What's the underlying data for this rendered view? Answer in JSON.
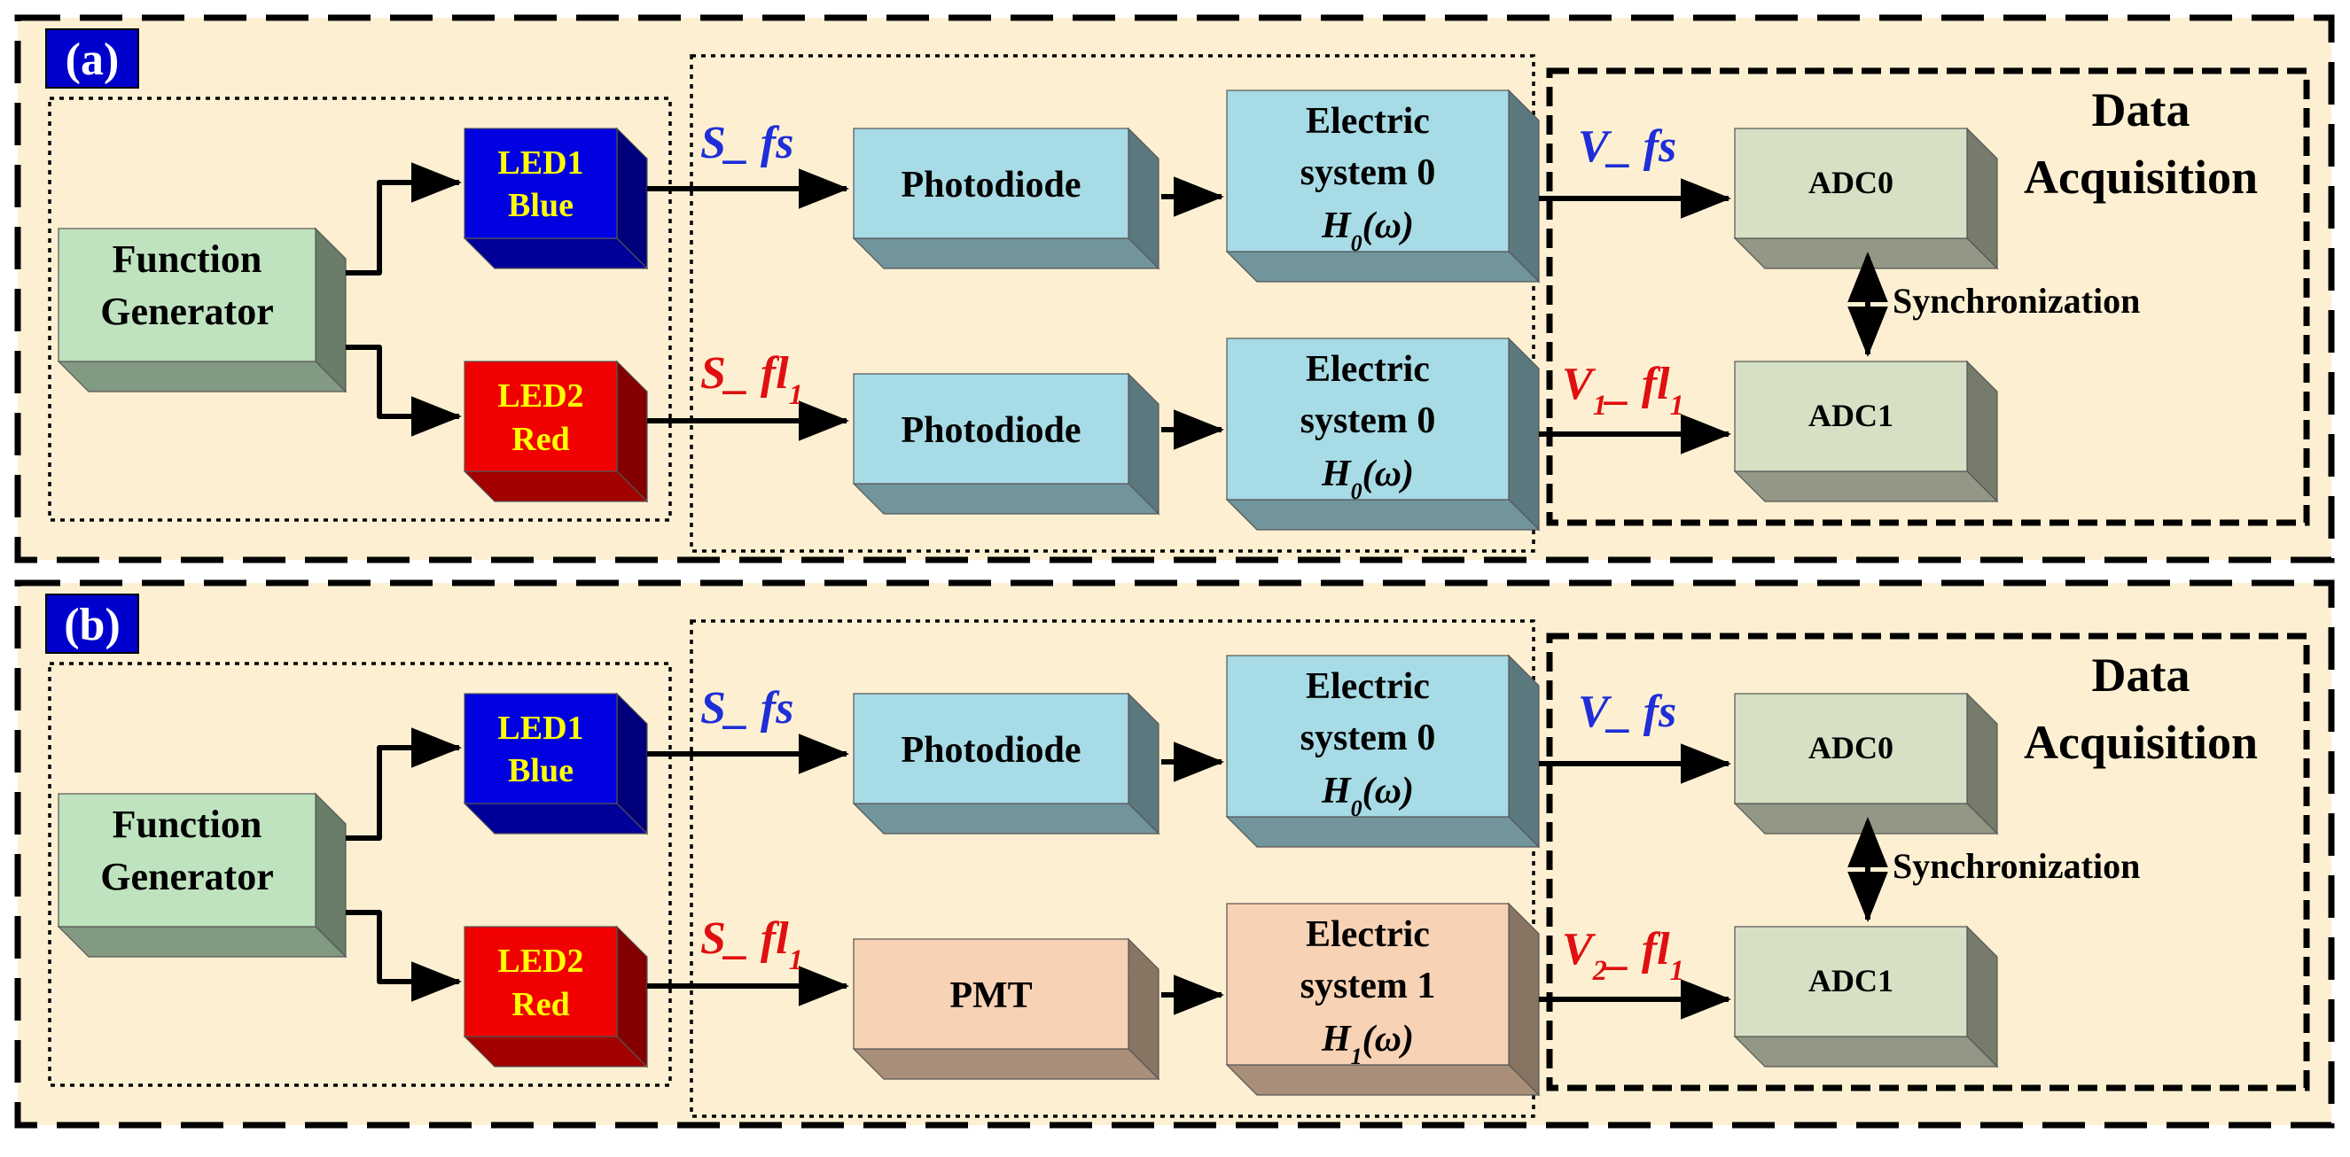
{
  "panels": [
    {
      "label": "(a)",
      "function_generator": [
        "Function",
        "Generator"
      ],
      "led1": [
        "LED1",
        "Blue"
      ],
      "led2": [
        "LED2",
        "Red"
      ],
      "signal_top": {
        "base": "S_ fs",
        "sub": ""
      },
      "signal_bottom": {
        "base": "S_ fl",
        "sub": "1"
      },
      "detector_top": "Photodiode",
      "detector_bottom": "Photodiode",
      "electric_top": {
        "line1": "Electric",
        "line2": "system 0",
        "tf": "H",
        "tf_sub": "0",
        "tf_arg": "(ω)"
      },
      "electric_bottom": {
        "line1": "Electric",
        "line2": "system 0",
        "tf": "H",
        "tf_sub": "0",
        "tf_arg": "(ω)"
      },
      "voltage_top": {
        "pre": "V",
        "pre_sub": "",
        "mid": "_ fs",
        "mid_sub": ""
      },
      "voltage_bottom": {
        "pre": "V",
        "pre_sub": "1",
        "mid": "_ fl",
        "mid_sub": "1"
      },
      "adc_top": "ADC0",
      "adc_bottom": "ADC1",
      "sync": "Synchronization",
      "daq": [
        "Data",
        "Acquisition"
      ]
    },
    {
      "label": "(b)",
      "function_generator": [
        "Function",
        "Generator"
      ],
      "led1": [
        "LED1",
        "Blue"
      ],
      "led2": [
        "LED2",
        "Red"
      ],
      "signal_top": {
        "base": "S_ fs",
        "sub": ""
      },
      "signal_bottom": {
        "base": "S_ fl",
        "sub": "1"
      },
      "detector_top": "Photodiode",
      "detector_bottom": "PMT",
      "electric_top": {
        "line1": "Electric",
        "line2": "system 0",
        "tf": "H",
        "tf_sub": "0",
        "tf_arg": "(ω)"
      },
      "electric_bottom": {
        "line1": "Electric",
        "line2": "system 1",
        "tf": "H",
        "tf_sub": "1",
        "tf_arg": "(ω)"
      },
      "voltage_top": {
        "pre": "V",
        "pre_sub": "",
        "mid": "_ fs",
        "mid_sub": ""
      },
      "voltage_bottom": {
        "pre": "V",
        "pre_sub": "2",
        "mid": "_ fl",
        "mid_sub": "1"
      },
      "adc_top": "ADC0",
      "adc_bottom": "ADC1",
      "sync": "Synchronization",
      "daq": [
        "Data",
        "Acquisition"
      ]
    }
  ],
  "colors": {
    "panel_bg": "#fdf0d2",
    "function_generator": "#bfe3bf",
    "led_blue": "#0000e0",
    "led_red": "#f00000",
    "led_text": "#ffff00",
    "photodiode": "#a7dbe6",
    "electric_system": "#a7dbe6",
    "pmt": "#f8d2b4",
    "adc": "#d6e0c4",
    "signal_blue": "#1f2ed8",
    "signal_red": "#e01010"
  }
}
